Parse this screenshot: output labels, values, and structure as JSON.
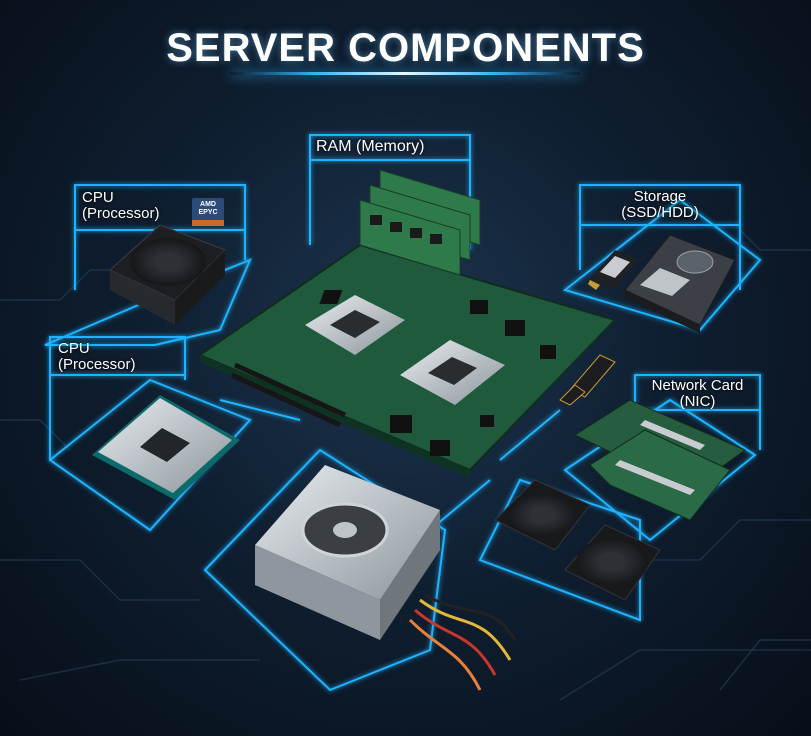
{
  "title": "SERVER COMPONENTS",
  "labels": {
    "ram": "RAM (Memory)",
    "cpu_cooler": [
      "CPU",
      "(Processor)"
    ],
    "cpu_chip": [
      "CPU",
      "(Processor)"
    ],
    "storage": [
      "Storage",
      "(SSD/HDD)"
    ],
    "nic": [
      "Network Card",
      "(NIC)"
    ]
  },
  "badges": {
    "amd": [
      "AMD",
      "EPYC"
    ]
  },
  "colors": {
    "accent": "#1fb4ff",
    "board": "#1f5a3c",
    "background": "#0b1522"
  }
}
